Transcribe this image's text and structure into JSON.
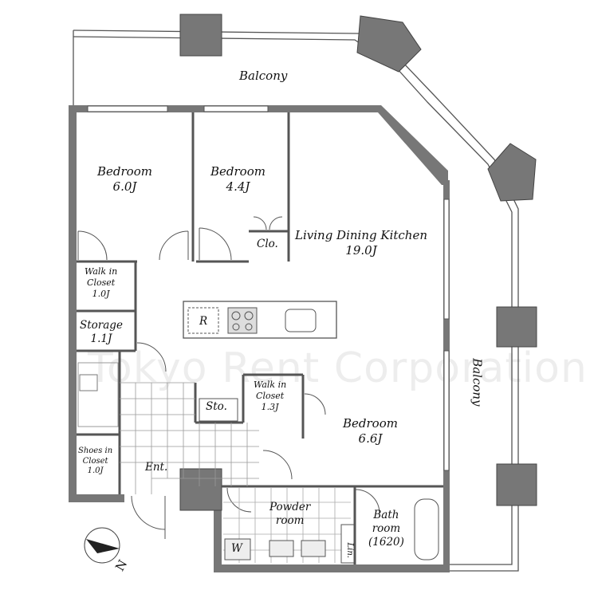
{
  "watermark": "Tokyo Rent Corporation ltd.",
  "compass": {
    "letter": "N"
  },
  "rooms": {
    "balcony_top": "Balcony",
    "balcony_right": "Balcony",
    "bedroom1": {
      "name": "Bedroom",
      "size": "6.0J"
    },
    "bedroom2": {
      "name": "Bedroom",
      "size": "4.4J"
    },
    "ldk": {
      "name": "Living Dining Kitchen",
      "size": "19.0J"
    },
    "closet_clo": "Clo.",
    "walkin1": {
      "line1": "Walk in",
      "line2": "Closet",
      "size": "1.0J"
    },
    "storage": {
      "name": "Storage",
      "size": "1.1J"
    },
    "fridge": "R",
    "walkin2": {
      "line1": "Walk in",
      "line2": "Closet",
      "size": "1.3J"
    },
    "sto": "Sto.",
    "bedroom3": {
      "name": "Bedroom",
      "size": "6.6J"
    },
    "shoes": {
      "line1": "Shoes in",
      "line2": "Closet",
      "size": "1.0J"
    },
    "entrance": "Ent.",
    "powder": {
      "line1": "Powder",
      "line2": "room"
    },
    "bath": {
      "line1": "Bath",
      "line2": "room",
      "size": "(1620)"
    },
    "washer": "W",
    "linen": "Lin."
  }
}
